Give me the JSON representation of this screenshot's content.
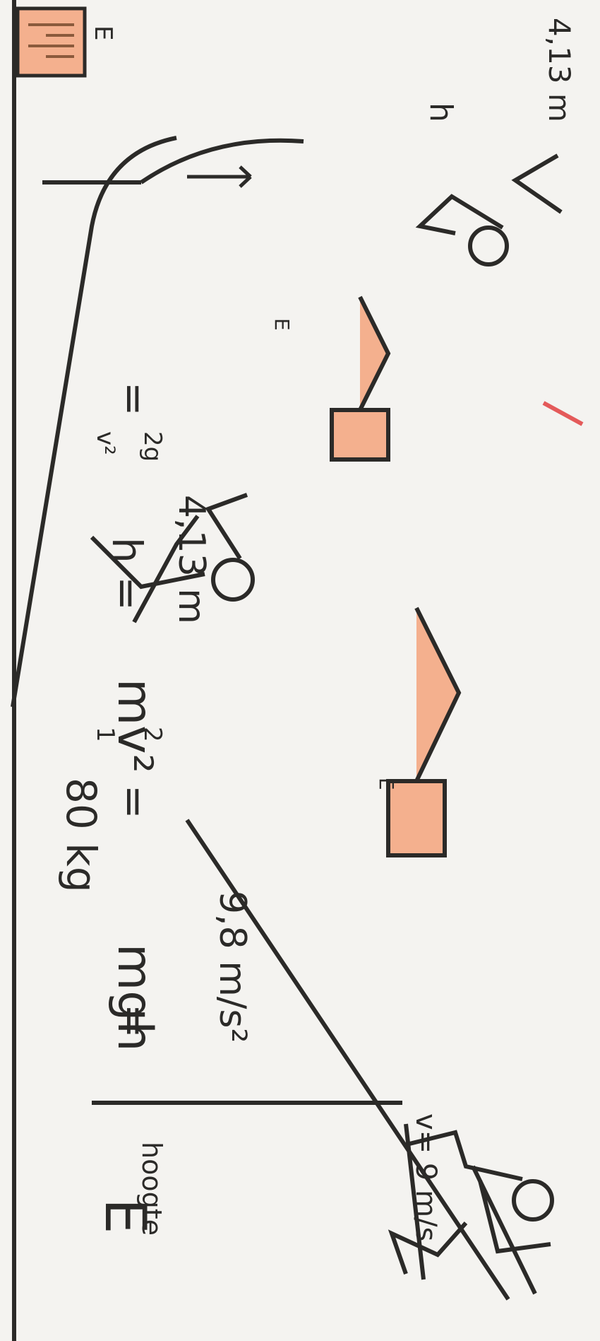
{
  "board": {
    "mass_label": "80 kg",
    "energy_symbol": "E",
    "energy_subscript": "hoogte",
    "equals": "=",
    "mgh": "mgh",
    "half": "1",
    "half_den": "2",
    "mv2": "mv²",
    "gravity": "9,8 m/s²",
    "h_lhs": "h =",
    "h_num": "v²",
    "h_den": "2g",
    "h_eq": "=",
    "h_result": "4,13 m",
    "speed_label": "v= 9 m/s",
    "height_marker": "4,13 m",
    "height_symbol": "h",
    "arrow_letter": "E",
    "card_letter": "E"
  },
  "colors": {
    "ink": "#2b2a28",
    "paper": "#f4f3f0",
    "orange": "#f4b08e",
    "red": "#e45a5a"
  }
}
